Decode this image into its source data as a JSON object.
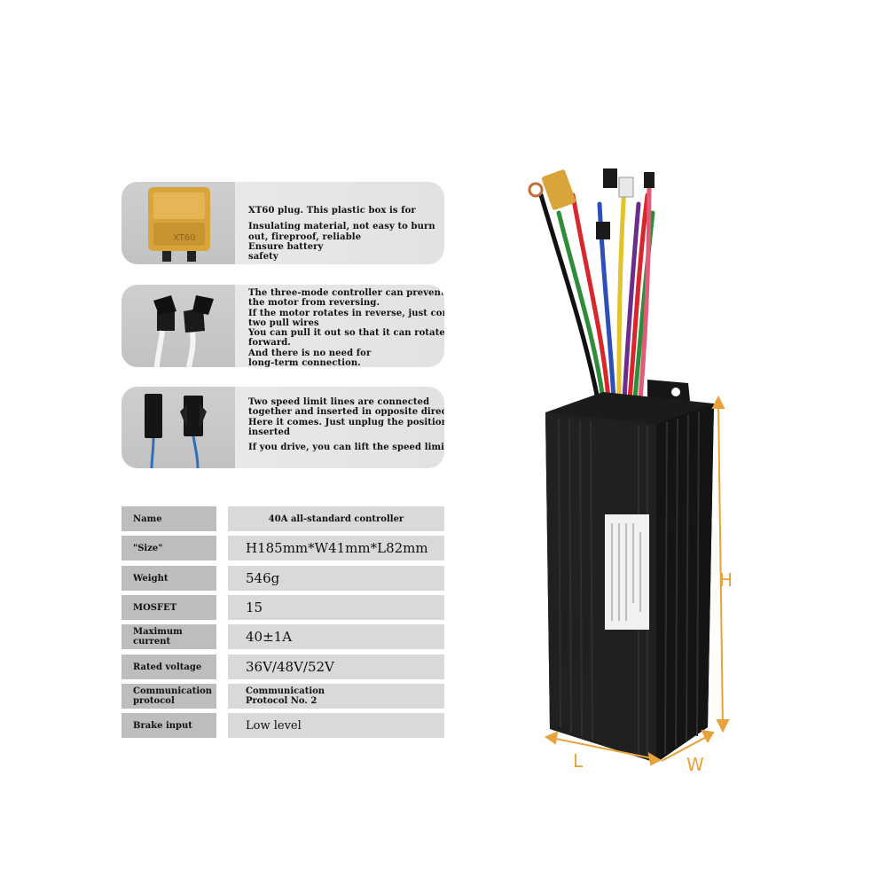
{
  "features": [
    {
      "name": "xt60",
      "plug_label": "XT60",
      "lines": [
        "XT60 plug. This plastic box is for",
        "",
        "Insulating material, not easy to burn",
        "out, fireproof, reliable",
        "Ensure battery",
        "safety"
      ]
    },
    {
      "name": "reverse",
      "lines": [
        "The three-mode controller can prevent",
        "the motor from reversing.",
        "If the motor rotates in reverse, just connect",
        "two pull wires",
        "You can pull it out so that it can rotate",
        "forward.",
        "And there is no need for",
        "long-term connection."
      ]
    },
    {
      "name": "speed-limit",
      "lines": [
        "Two speed limit lines are connected",
        "together and inserted in opposite directions",
        "Here it comes. Just unplug the position where it was",
        "inserted",
        "",
        "If you drive, you can lift the speed limit."
      ]
    }
  ],
  "specs": [
    {
      "label": "Name",
      "value": "40A all-standard controller"
    },
    {
      "label": "\"Size\"",
      "value": "H185mm*W41mm*L82mm"
    },
    {
      "label": "Weight",
      "value": "546g"
    },
    {
      "label": "MOSFET",
      "value": "15"
    },
    {
      "label": "Maximum current",
      "value": "40±1A"
    },
    {
      "label": "Rated voltage",
      "value": "36V/48V/52V"
    },
    {
      "label": "Communication protocol",
      "value": "Communication Protocol No. 2"
    },
    {
      "label": "Brake input",
      "value": "Low level"
    }
  ],
  "dimensions": {
    "h": "H",
    "l": "L",
    "w": "W"
  },
  "colors": {
    "dimension": "#e8a23b",
    "controller_body": "#1c1c1c",
    "connector_yellow": "#d9a43a"
  }
}
